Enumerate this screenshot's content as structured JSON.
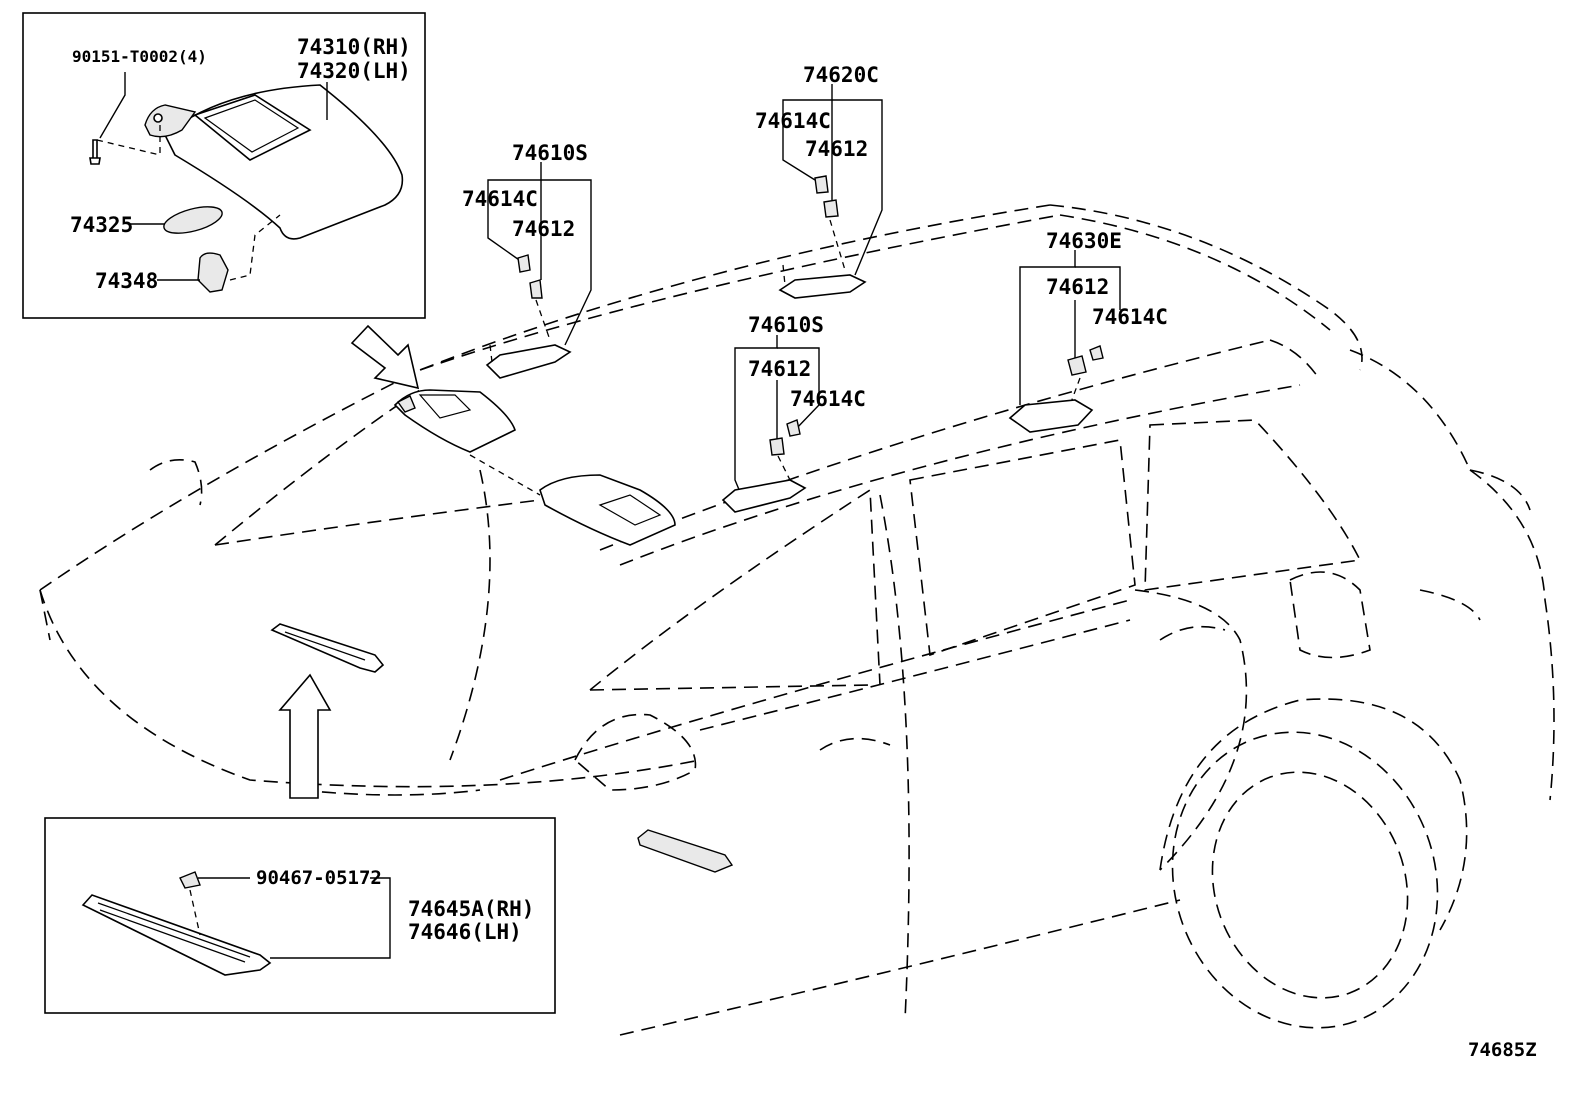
{
  "diagram": {
    "code": "74685Z",
    "labels": {
      "screw": "90151-T0002(4)",
      "visor_rh": "74310(RH)",
      "visor_lh": "74320(LH)",
      "mirror_cover": "74325",
      "visor_holder": "74348",
      "grip_front_assy": "74610S",
      "grip_front_clip": "74614C",
      "grip_front_cover": "74612",
      "grip_center_assy": "74620C",
      "grip_center_clip": "74614C",
      "grip_center_cover": "74612",
      "grip_mid_assy": "74610S",
      "grip_mid_cover": "74612",
      "grip_mid_clip": "74614C",
      "grip_rear_assy": "74630E",
      "grip_rear_cover": "74612",
      "grip_rear_clip": "74614C",
      "clip": "90467-05172",
      "sideshade_rh": "74645A(RH)",
      "sideshade_lh": "74646(LH)"
    }
  }
}
